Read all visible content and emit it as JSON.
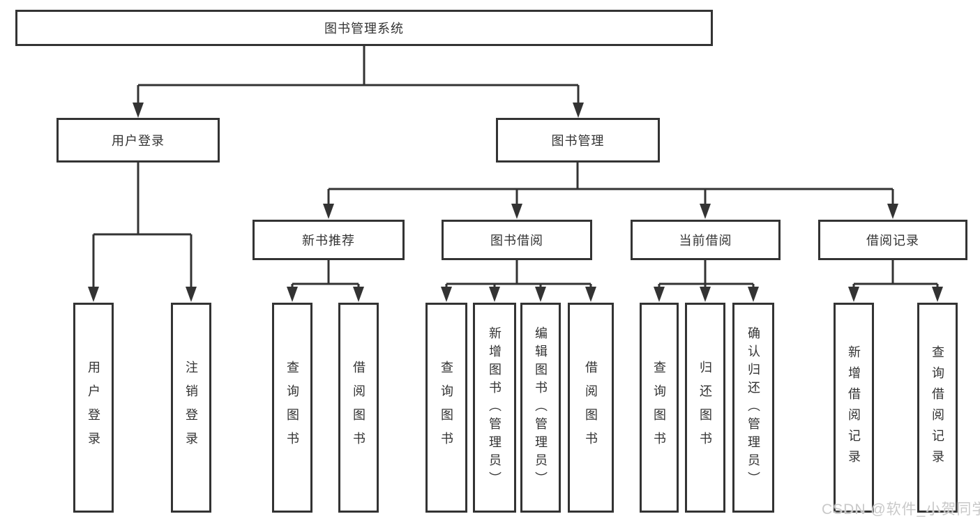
{
  "diagram": {
    "root": "图书管理系统",
    "level2": [
      "用户登录",
      "图书管理"
    ],
    "level3": [
      "新书推荐",
      "图书借阅",
      "当前借阅",
      "借阅记录"
    ],
    "leaves": {
      "user_login": [
        "用户登录",
        "注销登录"
      ],
      "new_book_rec": [
        "查询图书",
        "借阅图书"
      ],
      "book_borrow": [
        "查询图书",
        "新增图书（管理员）",
        "编辑图书（管理员）",
        "借阅图书"
      ],
      "current_borrow": [
        "查询图书",
        "归还图书",
        "确认归还（管理员）"
      ],
      "borrow_records": [
        "新增借阅记录",
        "查询借阅记录"
      ]
    }
  },
  "watermark": "CSDN @软件_小贺同学",
  "colors": {
    "line": "#333333",
    "box_border": "#333333",
    "box_fill": "#ffffff",
    "text": "#333333",
    "watermark": "#c9c9c9",
    "background": "#ffffff"
  }
}
